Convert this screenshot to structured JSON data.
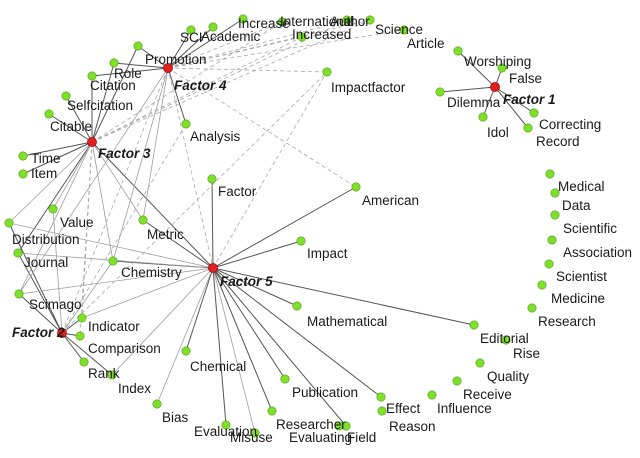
{
  "colors": {
    "term_node": "#7ee02a",
    "factor_node": "#e02020",
    "term_stroke": "#4f9a10",
    "factor_stroke": "#8a0000"
  },
  "factors": [
    {
      "id": "f1",
      "label": "Factor 1"
    },
    {
      "id": "f2",
      "label": "Factor 2"
    },
    {
      "id": "f3",
      "label": "Factor 3"
    },
    {
      "id": "f4",
      "label": "Factor 4"
    },
    {
      "id": "f5",
      "label": "Factor 5"
    }
  ],
  "terms": [
    {
      "id": "increase",
      "label": "Increase"
    },
    {
      "id": "international",
      "label": "International"
    },
    {
      "id": "author",
      "label": "Author"
    },
    {
      "id": "sci",
      "label": "SCI"
    },
    {
      "id": "academic",
      "label": "Academic"
    },
    {
      "id": "increased",
      "label": "Increased"
    },
    {
      "id": "science",
      "label": "Science"
    },
    {
      "id": "article",
      "label": "Article"
    },
    {
      "id": "promotion",
      "label": "Promotion"
    },
    {
      "id": "citation",
      "label": "Citation"
    },
    {
      "id": "role",
      "label": "Role"
    },
    {
      "id": "impactfactor",
      "label": "Impactfactor"
    },
    {
      "id": "worshiping",
      "label": "Worshiping"
    },
    {
      "id": "false",
      "label": "False"
    },
    {
      "id": "selfcitation",
      "label": "Selfcitation"
    },
    {
      "id": "dilemma",
      "label": "Dilemma"
    },
    {
      "id": "citable",
      "label": "Citable"
    },
    {
      "id": "analysis",
      "label": "Analysis"
    },
    {
      "id": "correcting",
      "label": "Correcting"
    },
    {
      "id": "idol",
      "label": "Idol"
    },
    {
      "id": "record",
      "label": "Record"
    },
    {
      "id": "time",
      "label": "Time"
    },
    {
      "id": "item",
      "label": "Item"
    },
    {
      "id": "medical",
      "label": "Medical"
    },
    {
      "id": "factor",
      "label": "Factor"
    },
    {
      "id": "data",
      "label": "Data"
    },
    {
      "id": "american",
      "label": "American"
    },
    {
      "id": "scientific",
      "label": "Scientific"
    },
    {
      "id": "value",
      "label": "Value"
    },
    {
      "id": "metric",
      "label": "Metric"
    },
    {
      "id": "distribution",
      "label": "Distribution"
    },
    {
      "id": "association",
      "label": "Association"
    },
    {
      "id": "impact",
      "label": "Impact"
    },
    {
      "id": "journal",
      "label": "Journal"
    },
    {
      "id": "chemistry",
      "label": "Chemistry"
    },
    {
      "id": "scientist",
      "label": "Scientist"
    },
    {
      "id": "medicine",
      "label": "Medicine"
    },
    {
      "id": "scimago",
      "label": "Scimago"
    },
    {
      "id": "research",
      "label": "Research"
    },
    {
      "id": "mathematical",
      "label": "Mathematical"
    },
    {
      "id": "indicator",
      "label": "Indicator"
    },
    {
      "id": "editorial",
      "label": "Editorial"
    },
    {
      "id": "comparison",
      "label": "Comparison"
    },
    {
      "id": "rise",
      "label": "Rise"
    },
    {
      "id": "chemical",
      "label": "Chemical"
    },
    {
      "id": "rank",
      "label": "Rank"
    },
    {
      "id": "quality",
      "label": "Quality"
    },
    {
      "id": "index",
      "label": "Index"
    },
    {
      "id": "publication",
      "label": "Publication"
    },
    {
      "id": "receive",
      "label": "Receive"
    },
    {
      "id": "influence",
      "label": "Influence"
    },
    {
      "id": "effect",
      "label": "Effect"
    },
    {
      "id": "bias",
      "label": "Bias"
    },
    {
      "id": "researcher",
      "label": "Researcher"
    },
    {
      "id": "reason",
      "label": "Reason"
    },
    {
      "id": "evaluation",
      "label": "Evaluation"
    },
    {
      "id": "misuse",
      "label": "Misuse"
    },
    {
      "id": "evaluating",
      "label": "Evaluating"
    },
    {
      "id": "field",
      "label": "Field"
    }
  ]
}
